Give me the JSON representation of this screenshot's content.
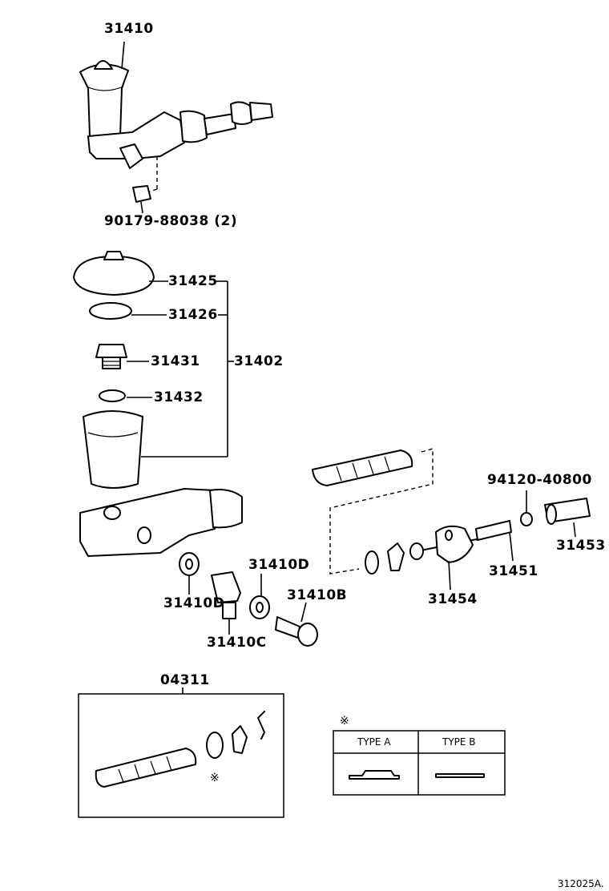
{
  "parts": {
    "master_cylinder_assy": "31410",
    "union_bolt": "90179-88038 (2)",
    "reservoir_cap": "31425",
    "cap_diaphragm": "31426",
    "reservoir_union": "31431",
    "gasket_31432": "31432",
    "reservoir_kit": "31402",
    "washer_left": "31410D",
    "washer_right": "31410D",
    "clevis": "31410C",
    "bleeder_bolt": "31410B",
    "piston_boot": "31454",
    "push_rod": "31451",
    "nut": "94120-40800",
    "clevis_yoke": "31453",
    "repair_kit": "04311"
  },
  "legend": {
    "mark": "※",
    "type_a": "TYPE A",
    "type_b": "TYPE B"
  },
  "kit_mark": "※",
  "diagram_code": "312025A."
}
